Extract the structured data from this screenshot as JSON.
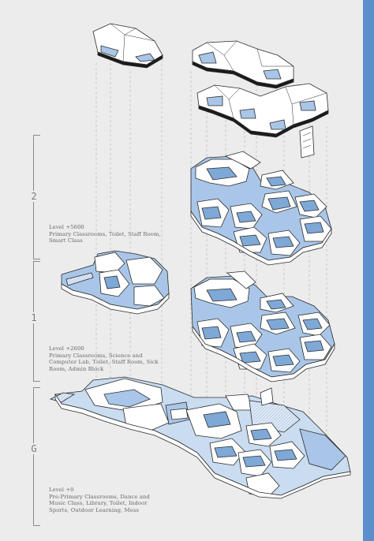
{
  "colors": {
    "background": "#ececec",
    "accent_band": "#5b8fcc",
    "floor_blue": "#a9c6e8",
    "deep_blue": "#7ea8d6",
    "wall": "#ffffff",
    "outline": "#2b2b2b",
    "guide": "#b9b9b9"
  },
  "levels": [
    {
      "number": "2",
      "level": "Level +5600",
      "rooms": "Primary Classrooms, Toilet, Staff Room, Smart Class"
    },
    {
      "number": "1",
      "level": "Level +2600",
      "rooms": "Primary Classrooms, Science and Computer Lab, Toilet, Staff Room, Sick Room, Admin Block"
    },
    {
      "number": "G",
      "level": "Level +0",
      "rooms": "Pre-Primary Classrooms, Dance and Music Class, Library, Toilet, Indoor Sports, Outdoor Learning, Mess"
    }
  ]
}
